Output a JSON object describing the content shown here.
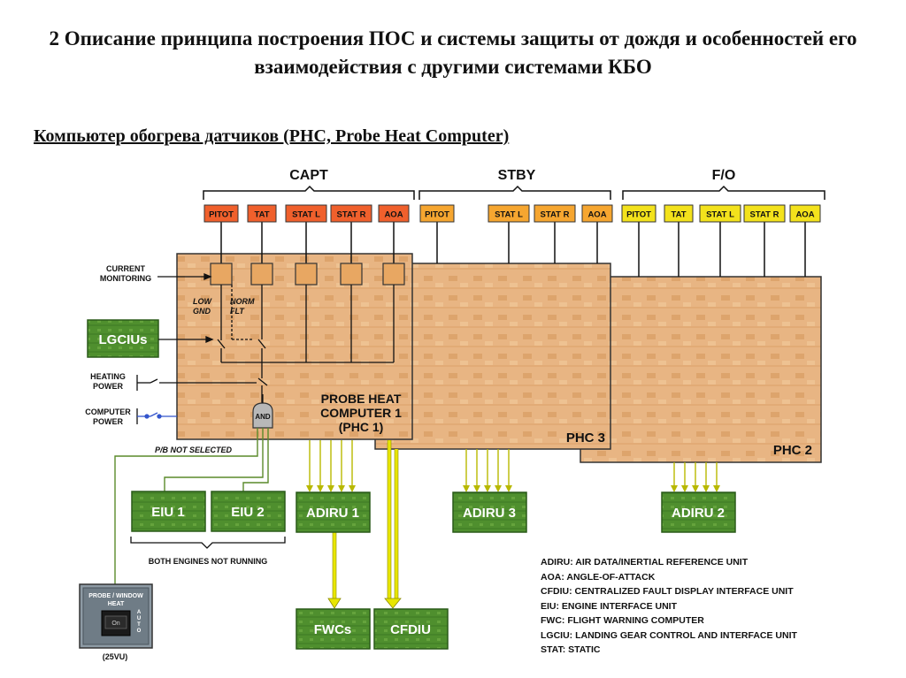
{
  "slide": {
    "title": "2 Описание принципа построения ПОС и системы защиты от дождя и особенностей его взаимодействия с другими системами КБО",
    "subtitle": "Компьютер обогрева датчиков (PHC, Probe Heat Computer)"
  },
  "groups": {
    "capt": "CAPT",
    "stby": "STBY",
    "fo": "F/O"
  },
  "probes": {
    "capt": [
      "PITOT",
      "TAT",
      "STAT L",
      "STAT R",
      "AOA"
    ],
    "stby": [
      "PITOT",
      "STAT L",
      "STAT R",
      "AOA"
    ],
    "fo": [
      "PITOT",
      "TAT",
      "STAT L",
      "STAT R",
      "AOA"
    ]
  },
  "computers": {
    "phc1_line1": "PROBE HEAT",
    "phc1_line2": "COMPUTER 1",
    "phc1_line3": "(PHC 1)",
    "phc3": "PHC 3",
    "phc2": "PHC 2"
  },
  "inputs": {
    "current_monitoring_1": "CURRENT",
    "current_monitoring_2": "MONITORING",
    "lgcius": "LGCIUs",
    "heating_power_1": "HEATING",
    "heating_power_2": "POWER",
    "computer_power_1": "COMPUTER",
    "computer_power_2": "POWER",
    "low_gnd_1": "LOW",
    "low_gnd_2": "GND",
    "norm_flt_1": "NORM",
    "norm_flt_2": "FLT",
    "and_gate": "AND",
    "pb_not_selected": "P/B NOT SELECTED",
    "both_engines": "BOTH ENGINES NOT RUNNING"
  },
  "units": {
    "eiu1": "EIU 1",
    "eiu2": "EIU 2",
    "adiru1": "ADIRU 1",
    "adiru3": "ADIRU 3",
    "adiru2": "ADIRU 2",
    "fwcs": "FWCs",
    "cfdiu": "CFDIU"
  },
  "panel": {
    "title_1": "PROBE / WINDOW",
    "title_2": "HEAT",
    "button": "On",
    "auto": "AUTO",
    "caption": "(25VU)"
  },
  "legend": [
    "ADIRU: AIR DATA/INERTIAL REFERENCE UNIT",
    "AOA: ANGLE-OF-ATTACK",
    "CFDIU: CENTRALIZED FAULT DISPLAY INTERFACE UNIT",
    "EIU: ENGINE INTERFACE UNIT",
    "FWC: FLIGHT WARNING COMPUTER",
    "LGCIU: LANDING GEAR CONTROL AND INTERFACE UNIT",
    "STAT: STATIC"
  ],
  "colors": {
    "capt_probe": "#f0602c",
    "stby_probe": "#f6a630",
    "fo_probe": "#f3e21c",
    "computer_board": "#e8b583",
    "unit_green": "#4f8f2e",
    "bus_yellow": "#e8e600"
  }
}
